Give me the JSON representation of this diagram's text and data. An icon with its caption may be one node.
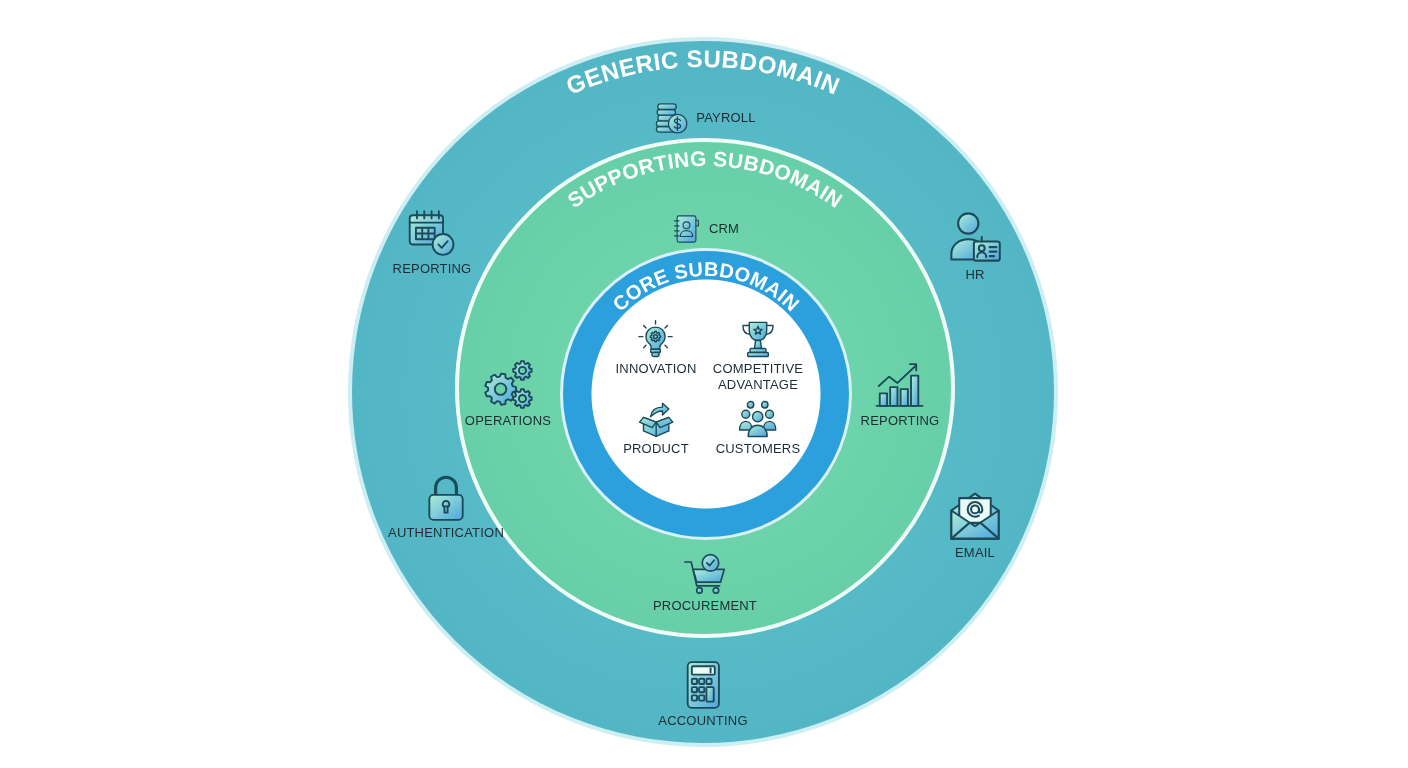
{
  "diagram": {
    "nodes": [
      {
        "text": [
          "GENERIC SUBDOMAIN"
        ]
      },
      {
        "text": [
          "PAYROLL"
        ],
        "in": 0
      },
      {
        "text": [
          "SUPPORTING SUBDOMAIN"
        ],
        "in": 0
      },
      {
        "text": [
          "CRM"
        ],
        "in": 2
      },
      {
        "text": [
          "REPORTING"
        ],
        "in": 0
      },
      {
        "text": [
          "HR"
        ],
        "in": 0
      },
      {
        "text": [
          "CORE SUBDOMAIN"
        ],
        "in": 2
      },
      {
        "text": [
          "INNOVATION"
        ],
        "in": 6
      },
      {
        "text": [
          "COMPETITIVE ADVANTAGE"
        ],
        "in": 6
      },
      {
        "text": [
          "OPERATIONS"
        ],
        "in": 2
      },
      {
        "text": [
          "REPORTING"
        ],
        "in": 2
      },
      {
        "text": [
          "PRODUCT"
        ],
        "in": 6
      },
      {
        "text": [
          "CUSTOMERS"
        ],
        "in": 6
      },
      {
        "text": [
          "AUTHENTICATION"
        ],
        "in": 0
      },
      {
        "text": [
          "EMAIL"
        ],
        "in": 0
      },
      {
        "text": [
          "PROCUREMENT"
        ],
        "in": 2
      },
      {
        "text": [
          "ACCOUNTING"
        ],
        "in": 0
      }
    ]
  }
}
